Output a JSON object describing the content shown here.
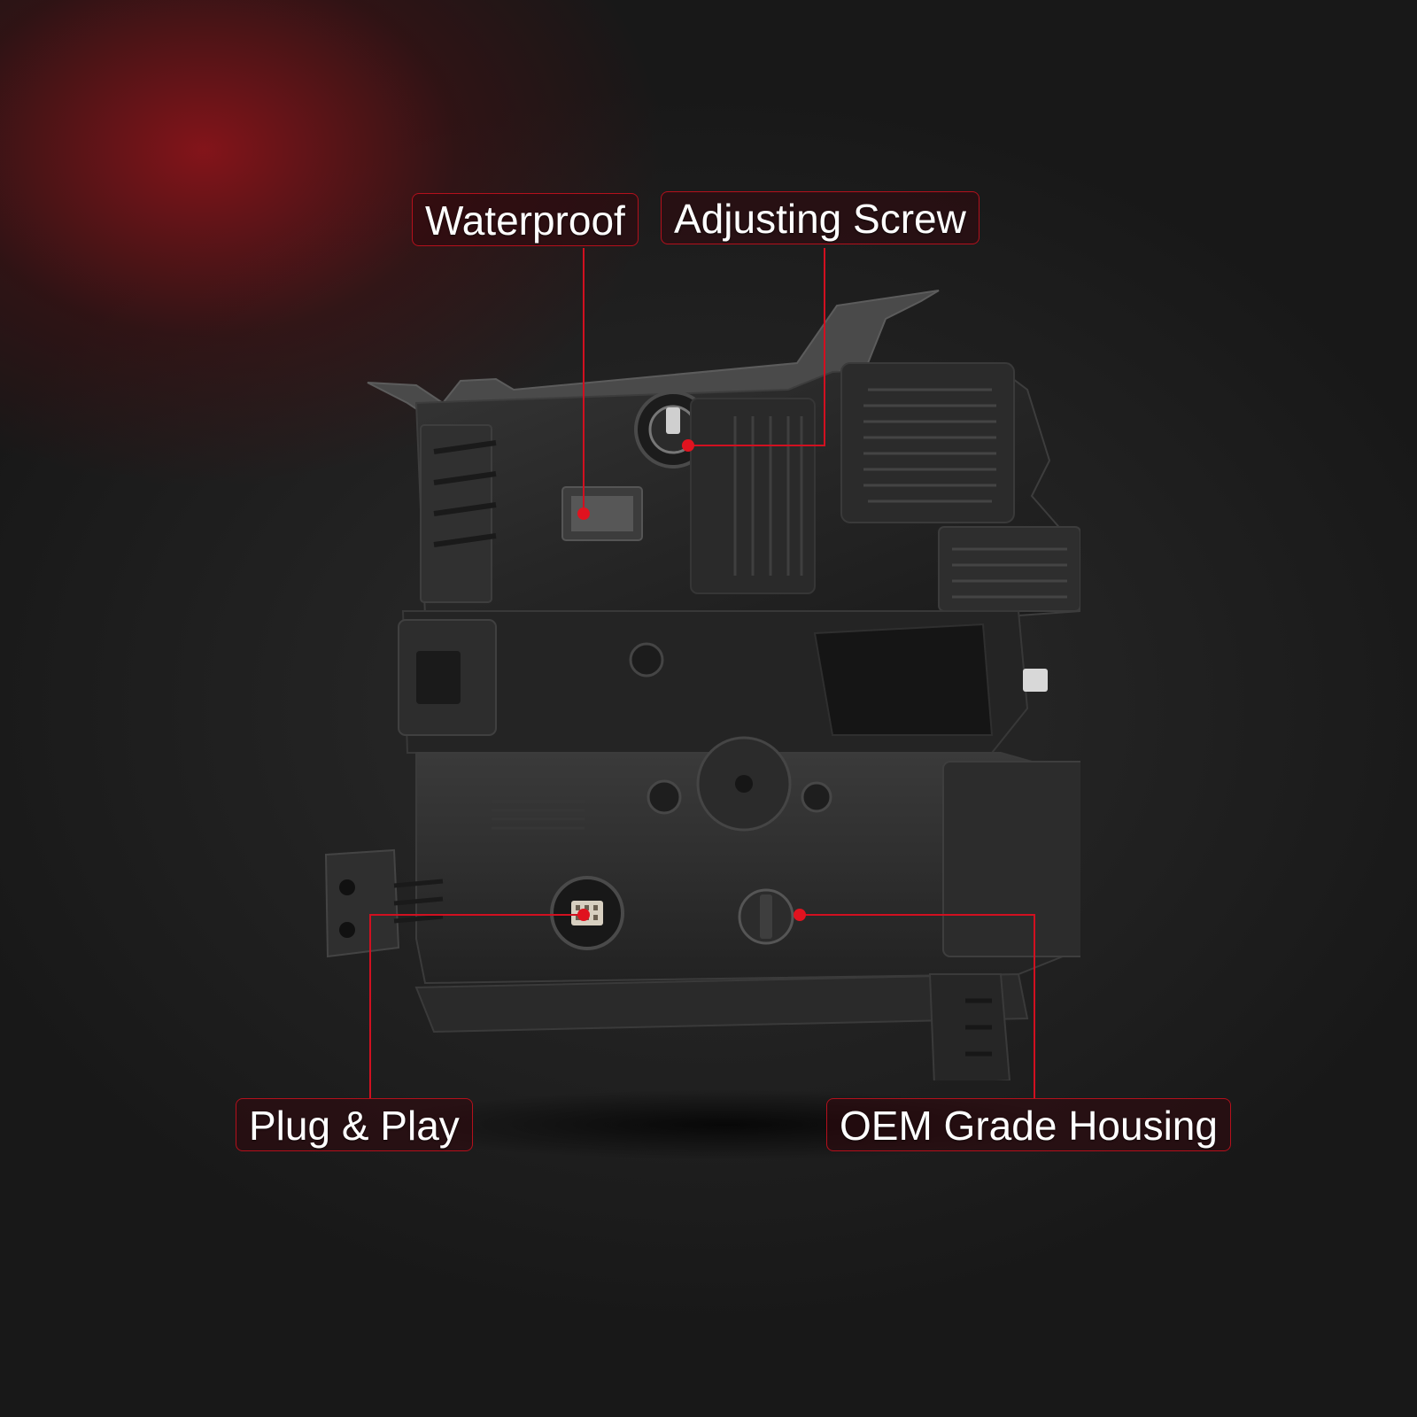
{
  "colors": {
    "accent": "#d11020",
    "background": "#1f1f1f",
    "housing": "#2a2a2a"
  },
  "callouts": [
    {
      "id": "waterproof",
      "label": "Waterproof"
    },
    {
      "id": "adjusting-screw",
      "label": "Adjusting Screw"
    },
    {
      "id": "plug-and-play",
      "label": "Plug & Play"
    },
    {
      "id": "oem-grade-housing",
      "label": "OEM Grade Housing"
    }
  ],
  "product": {
    "icon": "headlight-housing-rear-icon"
  }
}
